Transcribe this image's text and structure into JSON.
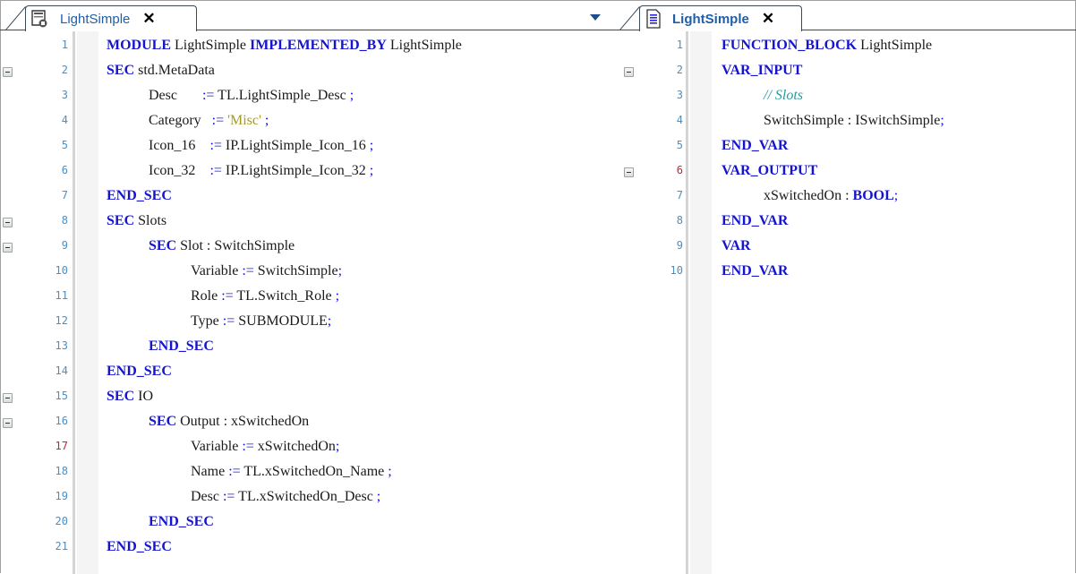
{
  "colors": {
    "keyword": "#1515d0",
    "string": "#a89a1e",
    "comment": "#2a9a9a",
    "line_number": "#4a8fc4",
    "line_number_modified": "#c8262e",
    "tab_label": "#1f5fa8"
  },
  "left_editor": {
    "tab": {
      "label": "LightSimple",
      "icon": "module-icon",
      "close_icon": "close-icon",
      "active": false
    },
    "dropdown_icon": "chevron-down-icon",
    "lines": [
      {
        "n": "1",
        "fold": false,
        "modified": false,
        "indent": 0,
        "tokens": [
          [
            "kw",
            "MODULE"
          ],
          [
            "t",
            " LightSimple "
          ],
          [
            "kw",
            "IMPLEMENTED_BY"
          ],
          [
            "t",
            " LightSimple"
          ]
        ]
      },
      {
        "n": "2",
        "fold": true,
        "modified": false,
        "indent": 0,
        "tokens": [
          [
            "kw",
            "SEC"
          ],
          [
            "t",
            " std.MetaData"
          ]
        ]
      },
      {
        "n": "3",
        "fold": false,
        "modified": false,
        "indent": 1,
        "tokens": [
          [
            "t",
            "Desc       "
          ],
          [
            "op",
            ":="
          ],
          [
            "t",
            " TL.LightSimple_Desc "
          ],
          [
            "op",
            ";"
          ]
        ]
      },
      {
        "n": "4",
        "fold": false,
        "modified": false,
        "indent": 1,
        "tokens": [
          [
            "t",
            "Category   "
          ],
          [
            "op",
            ":="
          ],
          [
            "t",
            " "
          ],
          [
            "str",
            "'Misc'"
          ],
          [
            "t",
            " "
          ],
          [
            "op",
            ";"
          ]
        ]
      },
      {
        "n": "5",
        "fold": false,
        "modified": false,
        "indent": 1,
        "tokens": [
          [
            "t",
            "Icon_16    "
          ],
          [
            "op",
            ":="
          ],
          [
            "t",
            " IP.LightSimple_Icon_16 "
          ],
          [
            "op",
            ";"
          ]
        ]
      },
      {
        "n": "6",
        "fold": false,
        "modified": false,
        "indent": 1,
        "tokens": [
          [
            "t",
            "Icon_32    "
          ],
          [
            "op",
            ":="
          ],
          [
            "t",
            " IP.LightSimple_Icon_32 "
          ],
          [
            "op",
            ";"
          ]
        ]
      },
      {
        "n": "7",
        "fold": false,
        "modified": false,
        "indent": 0,
        "tokens": [
          [
            "kw",
            "END_SEC"
          ]
        ]
      },
      {
        "n": "8",
        "fold": true,
        "modified": false,
        "indent": 0,
        "tokens": [
          [
            "kw",
            "SEC"
          ],
          [
            "t",
            " Slots"
          ]
        ]
      },
      {
        "n": "9",
        "fold": true,
        "modified": false,
        "indent": 1,
        "tokens": [
          [
            "kw",
            "SEC"
          ],
          [
            "t",
            " Slot : SwitchSimple"
          ]
        ]
      },
      {
        "n": "10",
        "fold": false,
        "modified": false,
        "indent": 2,
        "tokens": [
          [
            "t",
            "Variable "
          ],
          [
            "op",
            ":="
          ],
          [
            "t",
            " SwitchSimple"
          ],
          [
            "op",
            ";"
          ]
        ]
      },
      {
        "n": "11",
        "fold": false,
        "modified": false,
        "indent": 2,
        "tokens": [
          [
            "t",
            "Role "
          ],
          [
            "op",
            ":="
          ],
          [
            "t",
            " TL.Switch_Role "
          ],
          [
            "op",
            ";"
          ]
        ]
      },
      {
        "n": "12",
        "fold": false,
        "modified": false,
        "indent": 2,
        "tokens": [
          [
            "t",
            "Type "
          ],
          [
            "op",
            ":="
          ],
          [
            "t",
            " SUBMODULE"
          ],
          [
            "op",
            ";"
          ]
        ]
      },
      {
        "n": "13",
        "fold": false,
        "modified": false,
        "indent": 1,
        "tokens": [
          [
            "kw",
            "END_SEC"
          ]
        ]
      },
      {
        "n": "14",
        "fold": false,
        "modified": false,
        "indent": 0,
        "tokens": [
          [
            "kw",
            "END_SEC"
          ]
        ]
      },
      {
        "n": "15",
        "fold": true,
        "modified": false,
        "indent": 0,
        "tokens": [
          [
            "kw",
            "SEC"
          ],
          [
            "t",
            " IO"
          ]
        ]
      },
      {
        "n": "16",
        "fold": true,
        "modified": false,
        "indent": 1,
        "tokens": [
          [
            "kw",
            "SEC"
          ],
          [
            "t",
            " Output : xSwitchedOn"
          ]
        ]
      },
      {
        "n": "17",
        "fold": false,
        "modified": true,
        "indent": 2,
        "tokens": [
          [
            "t",
            "Variable "
          ],
          [
            "op",
            ":="
          ],
          [
            "t",
            " xSwitchedOn"
          ],
          [
            "op",
            ";"
          ]
        ]
      },
      {
        "n": "18",
        "fold": false,
        "modified": false,
        "indent": 2,
        "tokens": [
          [
            "t",
            "Name "
          ],
          [
            "op",
            ":="
          ],
          [
            "t",
            " TL.xSwitchedOn_Name "
          ],
          [
            "op",
            ";"
          ]
        ]
      },
      {
        "n": "19",
        "fold": false,
        "modified": false,
        "indent": 2,
        "tokens": [
          [
            "t",
            "Desc "
          ],
          [
            "op",
            ":="
          ],
          [
            "t",
            " TL.xSwitchedOn_Desc "
          ],
          [
            "op",
            ";"
          ]
        ]
      },
      {
        "n": "20",
        "fold": false,
        "modified": false,
        "indent": 1,
        "tokens": [
          [
            "kw",
            "END_SEC"
          ]
        ]
      },
      {
        "n": "21",
        "fold": false,
        "modified": false,
        "indent": 0,
        "tokens": [
          [
            "kw",
            "END_SEC"
          ]
        ]
      }
    ]
  },
  "right_editor": {
    "tab": {
      "label": "LightSimple",
      "icon": "document-icon",
      "close_icon": "close-icon",
      "active": true
    },
    "lines": [
      {
        "n": "1",
        "fold": false,
        "modified": false,
        "indent": 0,
        "tokens": [
          [
            "kw",
            "FUNCTION_BLOCK"
          ],
          [
            "t",
            " LightSimple"
          ]
        ]
      },
      {
        "n": "2",
        "fold": true,
        "modified": false,
        "indent": 0,
        "tokens": [
          [
            "kw",
            "VAR_INPUT"
          ]
        ]
      },
      {
        "n": "3",
        "fold": false,
        "modified": false,
        "indent": 1,
        "tokens": [
          [
            "cmt",
            "// Slots"
          ]
        ]
      },
      {
        "n": "4",
        "fold": false,
        "modified": false,
        "indent": 1,
        "tokens": [
          [
            "t",
            "SwitchSimple : ISwitchSimple"
          ],
          [
            "op",
            ";"
          ]
        ]
      },
      {
        "n": "5",
        "fold": false,
        "modified": false,
        "indent": 0,
        "tokens": [
          [
            "kw",
            "END_VAR"
          ]
        ]
      },
      {
        "n": "6",
        "fold": true,
        "modified": true,
        "indent": 0,
        "tokens": [
          [
            "kw",
            "VAR_OUTPUT"
          ]
        ]
      },
      {
        "n": "7",
        "fold": false,
        "modified": false,
        "indent": 1,
        "tokens": [
          [
            "t",
            "xSwitchedOn : "
          ],
          [
            "kw",
            "BOOL"
          ],
          [
            "op",
            ";"
          ]
        ]
      },
      {
        "n": "8",
        "fold": false,
        "modified": false,
        "indent": 0,
        "tokens": [
          [
            "kw",
            "END_VAR"
          ]
        ]
      },
      {
        "n": "9",
        "fold": false,
        "modified": false,
        "indent": 0,
        "tokens": [
          [
            "kw",
            "VAR"
          ]
        ]
      },
      {
        "n": "10",
        "fold": false,
        "modified": false,
        "indent": 0,
        "tokens": [
          [
            "kw",
            "END_VAR"
          ]
        ]
      }
    ]
  }
}
